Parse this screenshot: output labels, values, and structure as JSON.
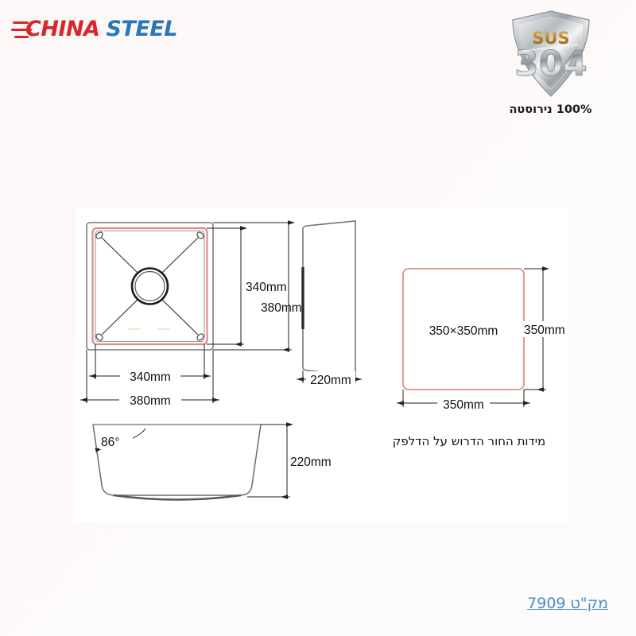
{
  "brand": {
    "word1": "CHINA",
    "word2": "STEEL",
    "color1": "#d6272b",
    "color2": "#2878b8"
  },
  "badge": {
    "grade_prefix": "SUS",
    "grade_number": "304",
    "caption": "100% נירוסטה",
    "metal_color": "#b9bcc0",
    "gold_color": "#c58a28"
  },
  "drawing": {
    "top_view": {
      "name": "top-view",
      "outer_width_label": "380mm",
      "inner_width_label": "340mm",
      "outer_height_label": "380mm",
      "inner_height_label": "340mm"
    },
    "side_view": {
      "name": "side-view",
      "depth_label": "220mm"
    },
    "section_view": {
      "name": "section-view",
      "angle_label": "86°",
      "height_label": "220mm"
    },
    "cutout_view": {
      "name": "cutout-view",
      "inside_label": "350×350mm",
      "width_label": "350mm",
      "height_label": "350mm",
      "outline_color": "#e08b8b"
    }
  },
  "cutout_caption": "מידות החור הדרוש על הדלפק",
  "sku": "מק\"ט 7909"
}
